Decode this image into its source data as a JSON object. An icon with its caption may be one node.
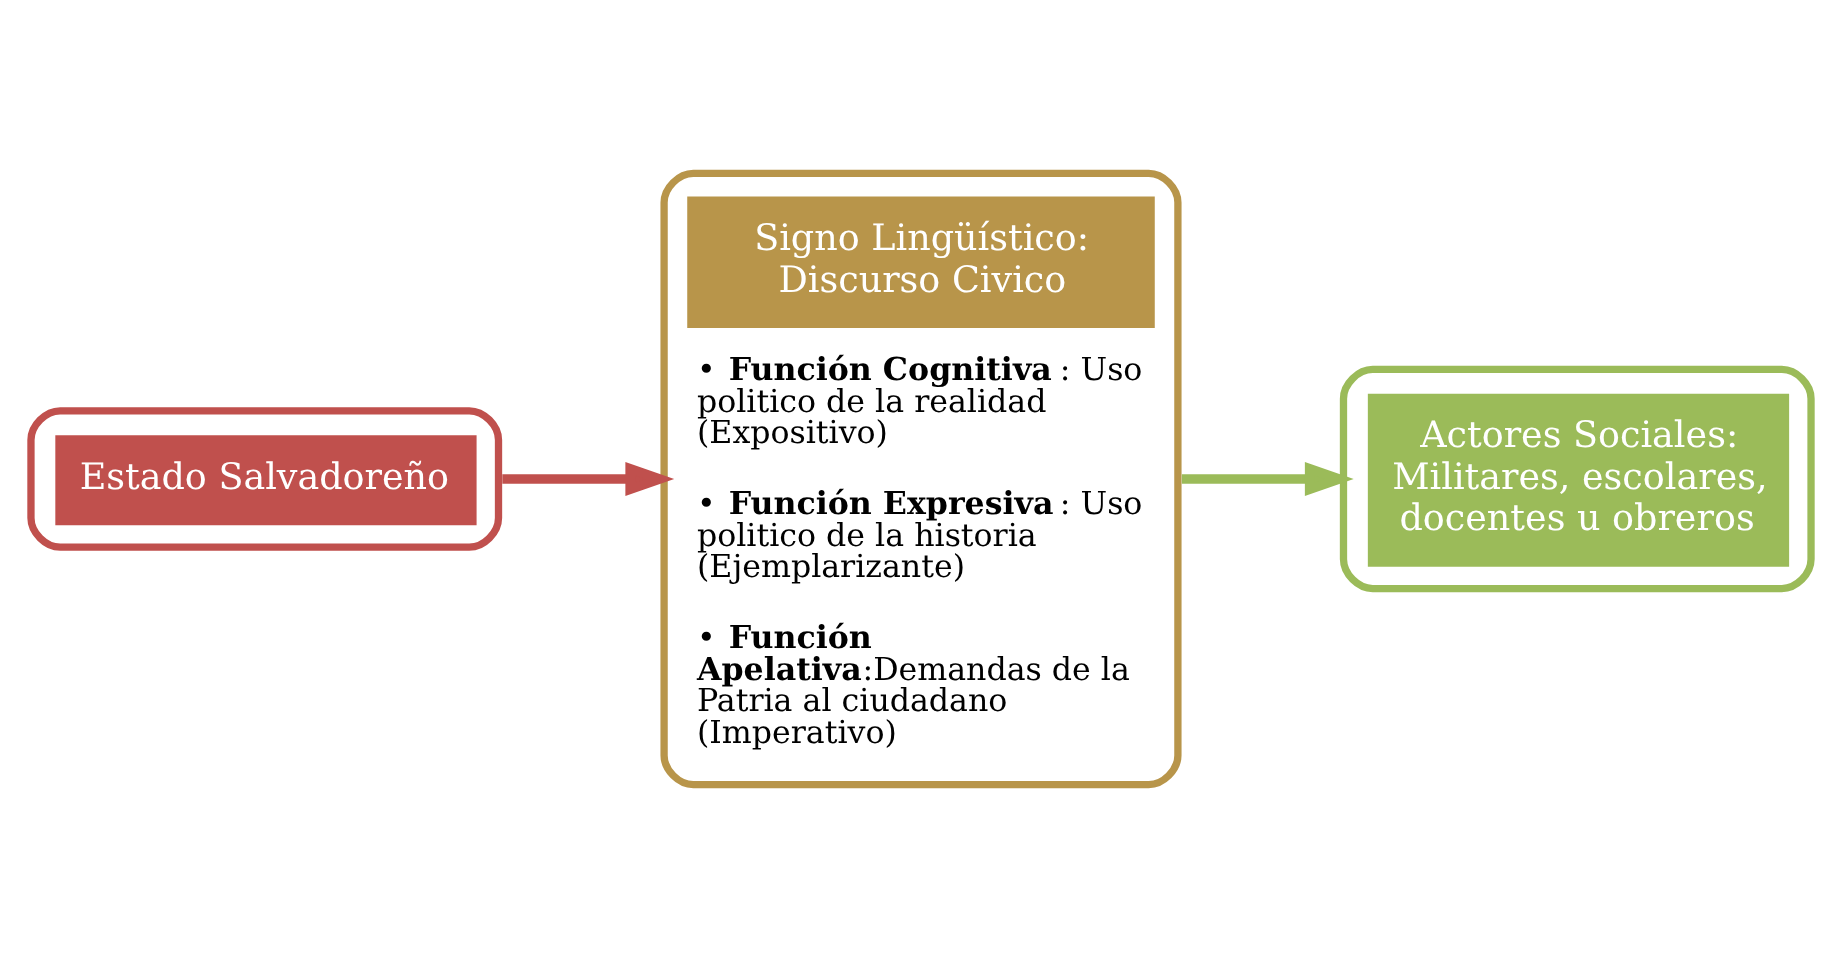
{
  "diagram": {
    "nodes": [
      {
        "text": [
          "Estado Salvadoreño"
        ]
      },
      {
        "text": [
          "Signo Lingüístico: Discurso Civico",
          "• **Función Cognitiva**: Uso politico de la realidad (Expositivo)",
          "• **Función Expresiva**: Uso politico de la historia (Ejemplarizante)",
          "• **Función Apelativa**:Demandas de la Patria al ciudadano (Imperativo)"
        ]
      },
      {
        "text": [
          "Actores Sociales: Militares, escolares, docentes u obreros"
        ]
      }
    ],
    "edges": [
      {
        "from": 0,
        "to": 1,
        "arrow": "to",
        "color": "#c0504d"
      },
      {
        "from": 1,
        "to": 2,
        "arrow": "to",
        "color": "#9bbb59"
      }
    ]
  }
}
